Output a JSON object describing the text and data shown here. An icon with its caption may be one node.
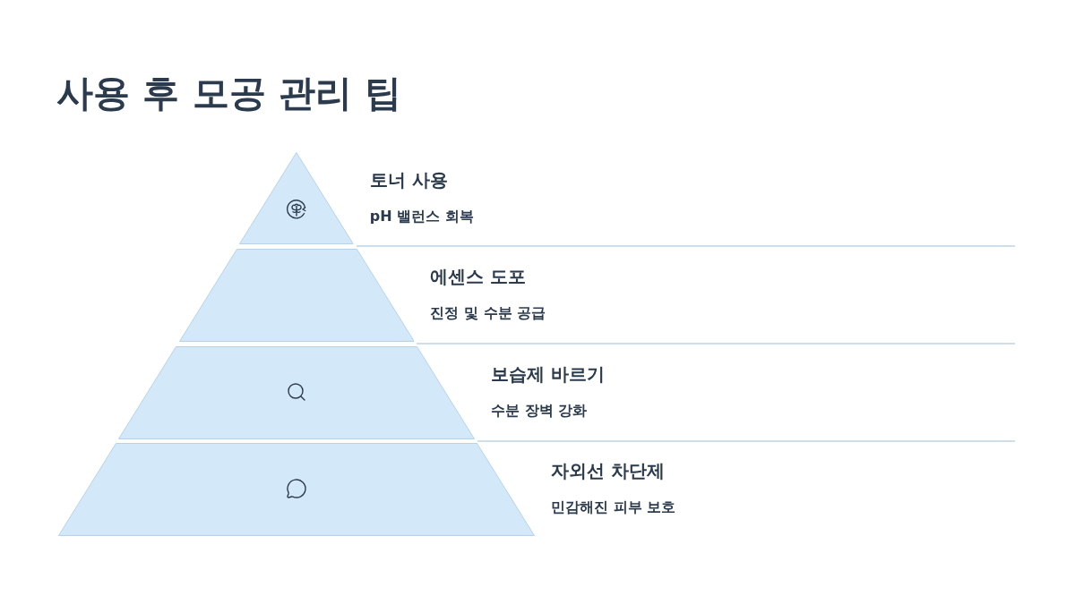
{
  "diagram": {
    "title": "사용 후 모공 관리 팁",
    "nodes": [
      {
        "text": [
          "토너 사용",
          "pH 밸런스 회복"
        ]
      },
      {
        "text": [
          "에센스 도포",
          "진정 및 수분 공급"
        ]
      },
      {
        "text": [
          "보습제 바르기",
          "수분 장벽 강화"
        ]
      },
      {
        "text": [
          "자외선 차단제",
          "민감해진 피부 보호"
        ]
      }
    ]
  }
}
